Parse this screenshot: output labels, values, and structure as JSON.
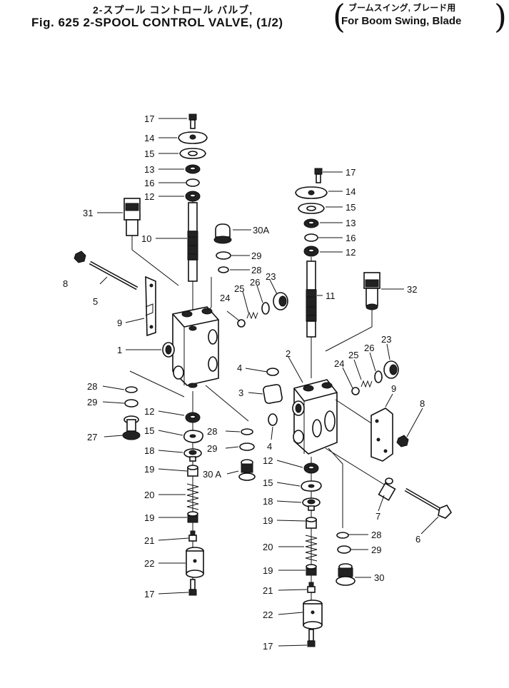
{
  "title": {
    "jp": "2-スプール コントロール バルブ,",
    "en": "Fig. 625 2-SPOOL CONTROL VALVE, (1/2)"
  },
  "subtitle": {
    "jp": "ブームスイング, ブレード用",
    "en": "For Boom Swing, Blade"
  },
  "labels": {
    "l17a": "17",
    "l14a": "14",
    "l15a": "15",
    "l13a": "13",
    "l16a": "16",
    "l12a": "12",
    "l31": "31",
    "l10": "10",
    "l30Aa": "30A",
    "l29a": "29",
    "l28a": "28",
    "l23a": "23",
    "l8a": "8",
    "l5": "5",
    "l24a": "24",
    "l25a": "25",
    "l26a": "26",
    "l9a": "9",
    "l1": "1",
    "l28b": "28",
    "l29b": "29",
    "l12b": "12",
    "l27": "27",
    "l15b": "15",
    "l28c": "28",
    "l29c": "29",
    "l18a": "18",
    "l19a": "19",
    "l30Ab": "30 A",
    "l20a": "20",
    "l19b": "19",
    "l21a": "21",
    "l22a": "22",
    "l17b": "17",
    "l17c": "17",
    "l14b": "14",
    "l15c": "15",
    "l13b": "13",
    "l16b": "16",
    "l12c": "12",
    "l11": "11",
    "l32": "32",
    "l23b": "23",
    "l25b": "25",
    "l26b": "26",
    "l24b": "24",
    "l4a": "4",
    "l2": "2",
    "l3": "3",
    "l4b": "4",
    "l9b": "9",
    "l8b": "8",
    "l12d": "12",
    "l15d": "15",
    "l18b": "18",
    "l19c": "19",
    "l7": "7",
    "l6": "6",
    "l28d": "28",
    "l20b": "20",
    "l29d": "29",
    "l19d": "19",
    "l30": "30",
    "l21b": "21",
    "l22b": "22",
    "l17d": "17"
  }
}
